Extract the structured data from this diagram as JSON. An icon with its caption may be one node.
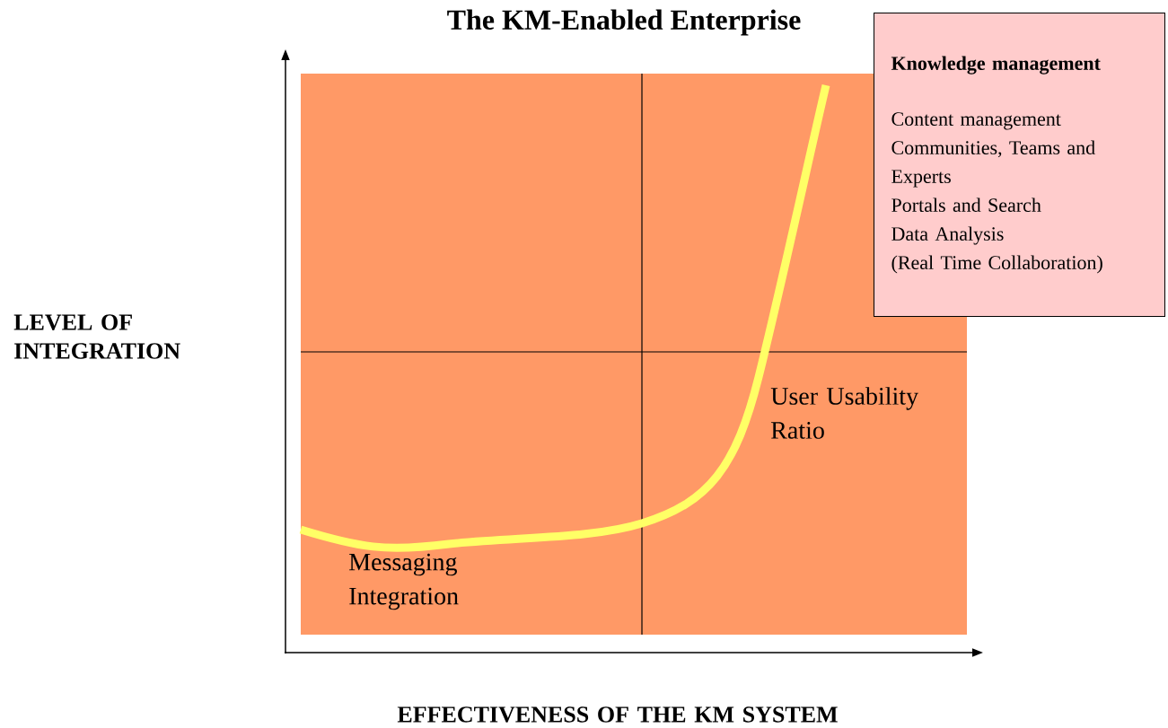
{
  "diagram": {
    "title": "The KM-Enabled Enterprise",
    "nodes": [
      {
        "text": [
          "Knowledge management",
          "Content management",
          "Communities, Teams and Experts",
          "Portals and Search",
          "Data Analysis",
          "(Real Time Collaboration)"
        ]
      }
    ],
    "labels": [
      "LEVEL OF INTEGRATION",
      "User Usability Ratio",
      "Messaging Integration",
      "EFFECTIVENESS OF THE KM SYSTEM"
    ]
  }
}
